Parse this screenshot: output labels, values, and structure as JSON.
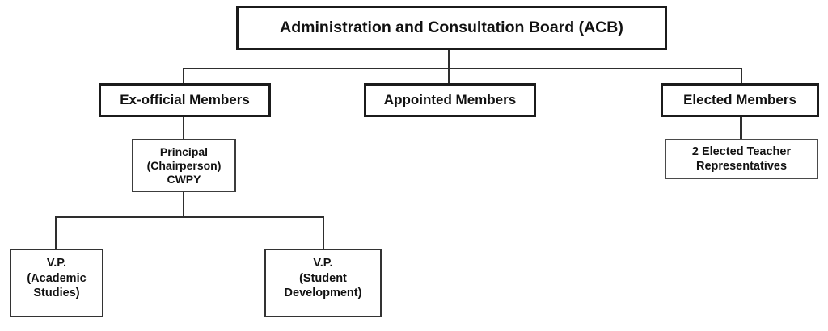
{
  "diagram": {
    "type": "org-chart",
    "nodes": {
      "acb": {
        "label": "Administration and Consultation Board (ACB)"
      },
      "ex_official": {
        "label": "Ex-official Members"
      },
      "appointed": {
        "label": "Appointed Members"
      },
      "elected": {
        "label": "Elected Members"
      },
      "principal": {
        "label": "Principal\n(Chairperson)\nCWPY"
      },
      "teacher_reps": {
        "label": "2 Elected Teacher\nRepresentatives"
      },
      "vp_academic": {
        "label": "V.P.\n(Academic\nStudies)"
      },
      "vp_student": {
        "label": "V.P.\n(Student\nDevelopment)"
      }
    },
    "edges": [
      {
        "from": "acb",
        "to": "ex_official"
      },
      {
        "from": "acb",
        "to": "appointed"
      },
      {
        "from": "acb",
        "to": "elected"
      },
      {
        "from": "ex_official",
        "to": "principal"
      },
      {
        "from": "elected",
        "to": "teacher_reps"
      },
      {
        "from": "principal",
        "to": "vp_academic"
      },
      {
        "from": "principal",
        "to": "vp_student"
      }
    ],
    "colors": {
      "background": "#ffffff",
      "box_border": "#1b1b1b",
      "line": "#2e2e2e",
      "text": "#111111"
    }
  }
}
